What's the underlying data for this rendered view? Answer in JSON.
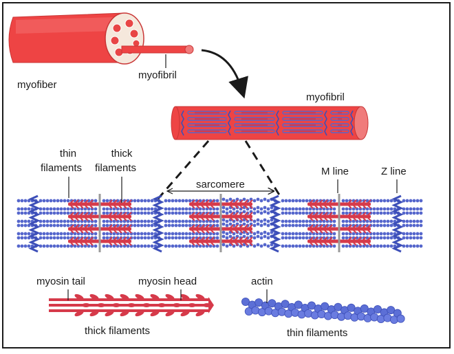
{
  "labels": {
    "myofiber": "myofiber",
    "myofibril_top": "myofibril",
    "myofibril_mid": "myofibril",
    "thin_filaments_line1": "thin",
    "thin_filaments_line2": "filaments",
    "thick_filaments_line1": "thick",
    "thick_filaments_line2": "filaments",
    "sarcomere": "sarcomere",
    "m_line": "M line",
    "z_line": "Z line",
    "myosin_tail": "myosin tail",
    "myosin_head": "myosin head",
    "actin": "actin",
    "thick_filaments_bottom": "thick filaments",
    "thin_filaments_bottom": "thin  filaments"
  },
  "colors": {
    "muscle_red": "#ee4444",
    "muscle_light": "#f07b7b",
    "thick_filament": "#d63a4a",
    "thin_filament": "#5566cc",
    "z_disc": "#3d4fb8",
    "m_line": "#9a9a9a",
    "outline": "#1a1a1a"
  }
}
